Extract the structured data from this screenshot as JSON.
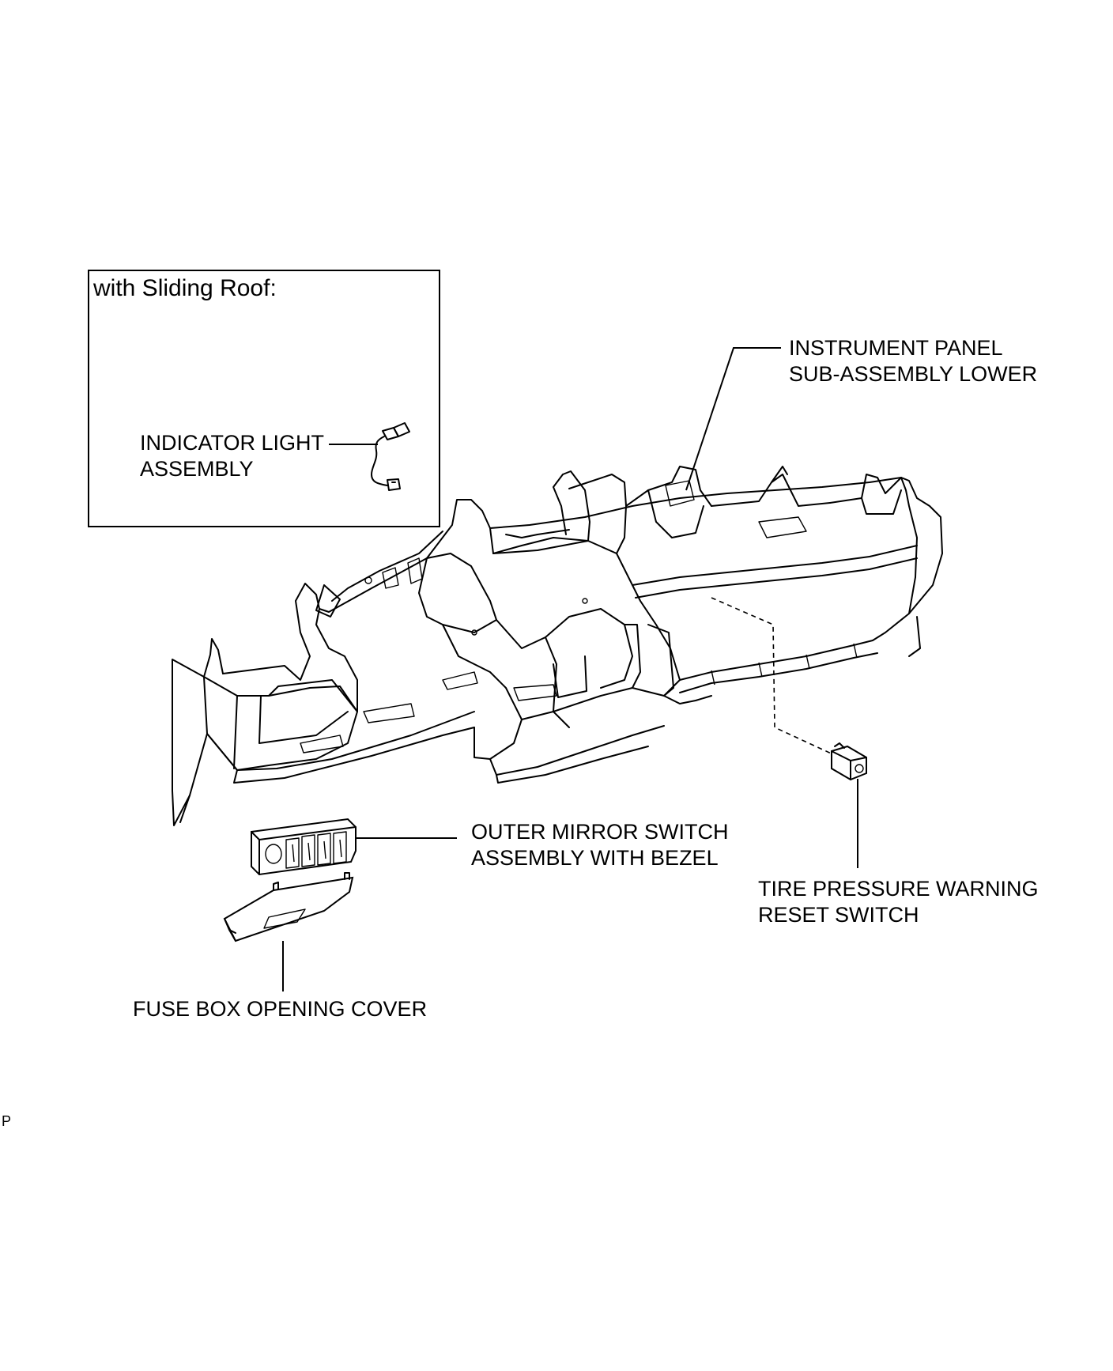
{
  "inset": {
    "title": "with Sliding Roof:",
    "indicator_label_line1": "INDICATOR LIGHT",
    "indicator_label_line2": "ASSEMBLY"
  },
  "labels": {
    "instrument_panel_line1": "INSTRUMENT PANEL",
    "instrument_panel_line2": "SUB-ASSEMBLY LOWER",
    "outer_mirror_line1": "OUTER MIRROR SWITCH",
    "outer_mirror_line2": "ASSEMBLY WITH BEZEL",
    "tire_pressure_line1": "TIRE PRESSURE WARNING",
    "tire_pressure_line2": "RESET SWITCH",
    "fuse_box": "FUSE BOX OPENING COVER"
  },
  "corner_mark": "P"
}
